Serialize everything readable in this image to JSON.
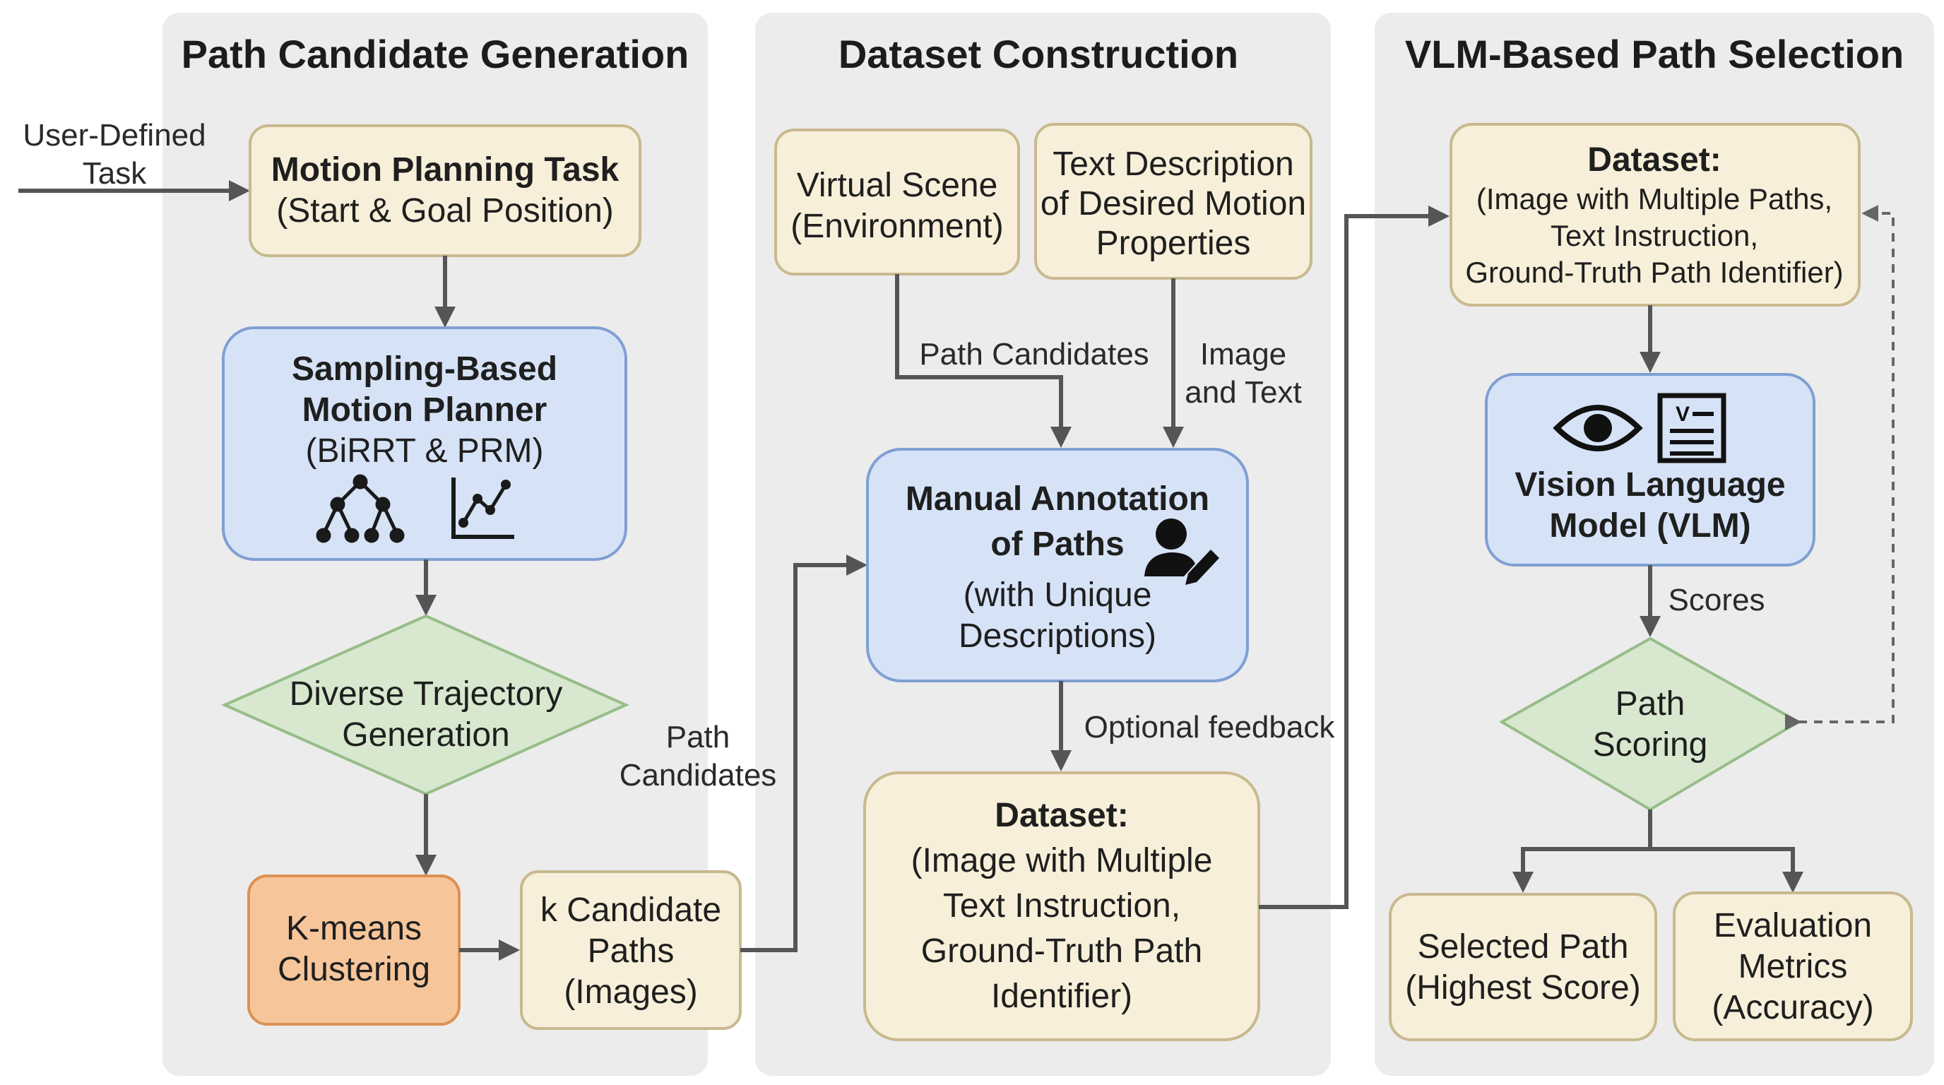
{
  "panels": [
    {
      "title": "Path Candidate Generation"
    },
    {
      "title": "Dataset Construction"
    },
    {
      "title": "VLM-Based Path Selection"
    }
  ],
  "inputs": {
    "user_task": [
      "User-Defined",
      "Task"
    ]
  },
  "nodes": {
    "motion_task": {
      "lines": [
        "Motion Planning Task",
        "(Start & Goal Position)"
      ]
    },
    "sampling_planner": {
      "lines": [
        "Sampling-Based",
        "Motion Planner",
        "(BiRRT & PRM)"
      ],
      "icons": [
        "tree-graph-icon",
        "line-chart-icon"
      ]
    },
    "diverse_traj": {
      "lines": [
        "Diverse Trajectory",
        "Generation"
      ]
    },
    "kmeans": {
      "lines": [
        "K-means",
        "Clustering"
      ]
    },
    "k_candidates": {
      "lines": [
        "k Candidate",
        "Paths",
        "(Images)"
      ]
    },
    "virtual_scene": {
      "lines": [
        "Virtual Scene",
        "(Environment)"
      ]
    },
    "text_desc": {
      "lines": [
        "Text Description",
        "of Desired Motion",
        "Properties"
      ]
    },
    "manual_annot": {
      "lines": [
        "Manual Annotation",
        "of Paths",
        "(with Unique",
        "Descriptions)"
      ],
      "icons": [
        "person-edit-icon"
      ]
    },
    "dataset_mid": {
      "lines": [
        "Dataset:",
        "(Image with Multiple",
        "Text Instruction,",
        "Ground-Truth Path",
        "Identifier)"
      ]
    },
    "dataset_right": {
      "lines": [
        "Dataset:",
        "(Image with Multiple Paths,",
        "Text Instruction,",
        "Ground-Truth Path Identifier)"
      ]
    },
    "vlm": {
      "lines": [
        "Vision Language",
        "Model (VLM)"
      ],
      "icons": [
        "eye-icon",
        "document-check-icon"
      ]
    },
    "path_scoring": {
      "lines": [
        "Path",
        "Scoring"
      ]
    },
    "selected_path": {
      "lines": [
        "Selected Path",
        "(Highest Score)"
      ]
    },
    "eval_metrics": {
      "lines": [
        "Evaluation",
        "Metrics",
        "(Accuracy)"
      ]
    }
  },
  "edge_labels": {
    "path_candidates_left": [
      "Path",
      "Candidates"
    ],
    "path_candidates_mid": "Path Candidates",
    "image_and_text": [
      "Image",
      "and Text"
    ],
    "optional_feedback": "Optional feedback",
    "scores": "Scores"
  },
  "colors": {
    "panel_bg": "#ececec",
    "task_node": "#f7efd9",
    "process_node": "#d6e3f7",
    "decision_node": "#d7e8cf",
    "clustering_node": "#f6c69a",
    "arrow": "#555555"
  }
}
